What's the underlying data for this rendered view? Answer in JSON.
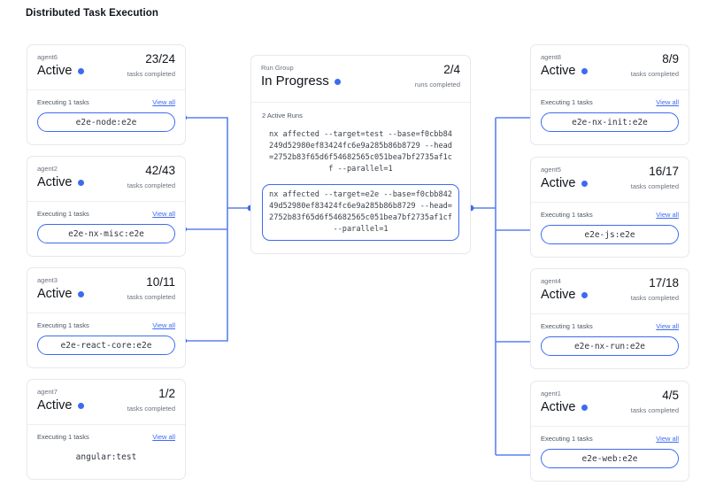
{
  "page": {
    "title": "Distributed Task Execution",
    "accent_color": "#3d6bf0",
    "card_border_color": "#e6e8ec",
    "background_color": "#ffffff"
  },
  "labels": {
    "tasks_completed": "tasks completed",
    "runs_completed": "runs completed",
    "executing": "Executing 1 tasks",
    "view_all": "View all",
    "status_dot": "status-dot-icon"
  },
  "run_group": {
    "kicker": "Run Group",
    "state": "In Progress",
    "count": "2/4",
    "count_sub": "runs completed",
    "active_runs_label": "2 Active Runs",
    "commands": [
      {
        "text": "nx affected --target=test --base=f0cbb84249d52980ef83424fc6e9a285b86b8729 --head=2752b83f65d6f54682565c051bea7bf2735af1cf --parallel=1",
        "highlighted": false
      },
      {
        "text": "nx affected --target=e2e --base=f0cbb84249d52980ef83424fc6e9a285b86b8729 --head=2752b83f65d6f54682565c051bea7bf2735af1cf --parallel=1",
        "highlighted": true
      }
    ]
  },
  "left_agents": [
    {
      "name": "agent6",
      "state": "Active",
      "count": "23/24",
      "count_sub": "tasks completed",
      "executing": "Executing 1 tasks",
      "view_all": "View all",
      "task": "e2e-node:e2e",
      "highlighted": true
    },
    {
      "name": "agent2",
      "state": "Active",
      "count": "42/43",
      "count_sub": "tasks completed",
      "executing": "Executing 1 tasks",
      "view_all": "View all",
      "task": "e2e-nx-misc:e2e",
      "highlighted": true
    },
    {
      "name": "agent3",
      "state": "Active",
      "count": "10/11",
      "count_sub": "tasks completed",
      "executing": "Executing 1 tasks",
      "view_all": "View all",
      "task": "e2e-react-core:e2e",
      "highlighted": true
    },
    {
      "name": "agent7",
      "state": "Active",
      "count": "1/2",
      "count_sub": "tasks completed",
      "executing": "Executing 1 tasks",
      "view_all": "View all",
      "task": "angular:test",
      "highlighted": false
    }
  ],
  "right_agents": [
    {
      "name": "agent8",
      "state": "Active",
      "count": "8/9",
      "count_sub": "tasks completed",
      "executing": "Executing 1 tasks",
      "view_all": "View all",
      "task": "e2e-nx-init:e2e",
      "highlighted": true
    },
    {
      "name": "agent5",
      "state": "Active",
      "count": "16/17",
      "count_sub": "tasks completed",
      "executing": "Executing 1 tasks",
      "view_all": "View all",
      "task": "e2e-js:e2e",
      "highlighted": true
    },
    {
      "name": "agent4",
      "state": "Active",
      "count": "17/18",
      "count_sub": "tasks completed",
      "executing": "Executing 1 tasks",
      "view_all": "View all",
      "task": "e2e-nx-run:e2e",
      "highlighted": true
    },
    {
      "name": "agent1",
      "state": "Active",
      "count": "4/5",
      "count_sub": "tasks completed",
      "executing": "Executing 1 tasks",
      "view_all": "View all",
      "task": "e2e-web:e2e",
      "highlighted": true
    }
  ]
}
